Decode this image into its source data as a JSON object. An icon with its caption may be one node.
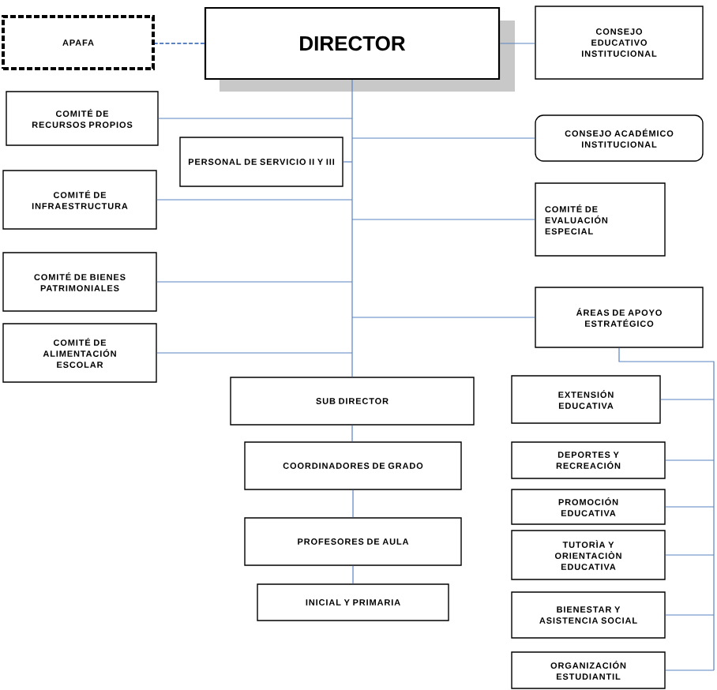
{
  "diagram": {
    "nodes": [
      {
        "text": [
          "DIRECTOR"
        ]
      },
      {
        "text": [
          "APAFA"
        ]
      },
      {
        "text": [
          "CONSEJO EDUCATIVO INSTITUCIONAL"
        ]
      },
      {
        "text": [
          "COMITÉ DE RECURSOS PROPIOS"
        ]
      },
      {
        "text": [
          "PERSONAL DE SERVICIO II Y III"
        ]
      },
      {
        "text": [
          "CONSEJO ACADÉMICO INSTITUCIONAL"
        ]
      },
      {
        "text": [
          "COMITÉ DE INFRAESTRUCTURA"
        ]
      },
      {
        "text": [
          "COMITÉ DE EVALUACIÓN ESPECIAL"
        ]
      },
      {
        "text": [
          "COMITÉ DE BIENES PATRIMONIALES"
        ]
      },
      {
        "text": [
          "COMITÉ DE ALIMENTACIÓN ESCOLAR"
        ]
      },
      {
        "text": [
          "ÁREAS DE APOYO ESTRATÉGICO"
        ]
      },
      {
        "text": [
          "SUB DIRECTOR"
        ]
      },
      {
        "text": [
          "COORDINADORES DE GRADO"
        ]
      },
      {
        "text": [
          "PROFESORES DE AULA"
        ]
      },
      {
        "text": [
          "INICIAL Y PRIMARIA"
        ]
      },
      {
        "text": [
          "EXTENSIÓN EDUCATIVA"
        ]
      },
      {
        "text": [
          "DEPORTES Y RECREACIÓN"
        ]
      },
      {
        "text": [
          "PROMOCIÓN EDUCATIVA"
        ]
      },
      {
        "text": [
          "TUTORÌA Y ORIENTACIÒN EDUCATIVA"
        ]
      },
      {
        "text": [
          "BIENESTAR Y ASISTENCIA SOCIAL"
        ]
      },
      {
        "text": [
          "ORGANIZACIÓN ESTUDIANTIL"
        ]
      }
    ],
    "edges": [
      {
        "from": 0,
        "to": 1,
        "arrow": "none",
        "style": "dashed"
      },
      {
        "from": 0,
        "to": 2,
        "arrow": "none"
      },
      {
        "from": 0,
        "to": 3,
        "arrow": "none"
      },
      {
        "from": 0,
        "to": 4,
        "arrow": "none"
      },
      {
        "from": 0,
        "to": 5,
        "arrow": "none"
      },
      {
        "from": 0,
        "to": 6,
        "arrow": "none"
      },
      {
        "from": 0,
        "to": 7,
        "arrow": "none"
      },
      {
        "from": 0,
        "to": 8,
        "arrow": "none"
      },
      {
        "from": 0,
        "to": 9,
        "arrow": "none"
      },
      {
        "from": 0,
        "to": 10,
        "arrow": "none"
      },
      {
        "from": 0,
        "to": 11,
        "arrow": "none"
      },
      {
        "from": 11,
        "to": 12,
        "arrow": "none"
      },
      {
        "from": 12,
        "to": 13,
        "arrow": "none"
      },
      {
        "from": 13,
        "to": 14,
        "arrow": "none"
      },
      {
        "from": 10,
        "to": 15,
        "arrow": "none"
      },
      {
        "from": 10,
        "to": 16,
        "arrow": "none"
      },
      {
        "from": 10,
        "to": 17,
        "arrow": "none"
      },
      {
        "from": 10,
        "to": 18,
        "arrow": "none"
      },
      {
        "from": 10,
        "to": 19,
        "arrow": "none"
      },
      {
        "from": 10,
        "to": 20,
        "arrow": "none"
      }
    ]
  }
}
